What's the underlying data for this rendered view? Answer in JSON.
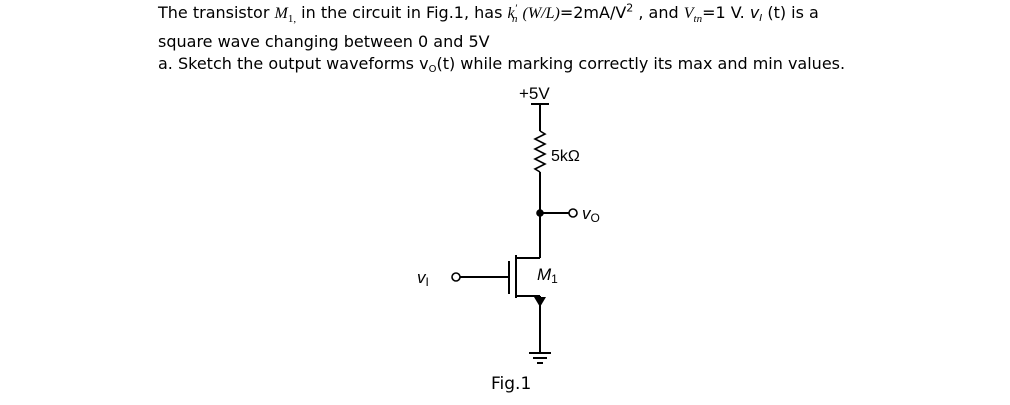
{
  "question": {
    "line1": {
      "p1": "The transistor ",
      "m1_base": "M",
      "m1_sub": "1,",
      "p2": " in the circuit in Fig.1, has ",
      "kn_k": "k",
      "kn_sub": "n",
      "kn_prime": "′",
      "kn_wl": "(W/L)",
      "kn_val": "=2mA/V",
      "kn_exp": "2",
      "p3": " , and ",
      "vtn_v": "V",
      "vtn_sub": "tn",
      "vtn_val": "=1 V. ",
      "vi_v": "v",
      "vi_sub": "I",
      "p4": " (t) is a"
    },
    "line2": "square wave changing between 0 and 5V",
    "line3": {
      "p1": "a. Sketch the output waveforms v",
      "sub": "O",
      "p2": "(t) while marking correctly its max and min values."
    }
  },
  "circuit": {
    "supply_label": "+5V",
    "resistor_label": "5kΩ",
    "output_v": "v",
    "output_sub": "O",
    "input_v": "v",
    "input_sub": "I",
    "transistor_m": "M",
    "transistor_sub": "1",
    "figure_label": "Fig.1"
  }
}
